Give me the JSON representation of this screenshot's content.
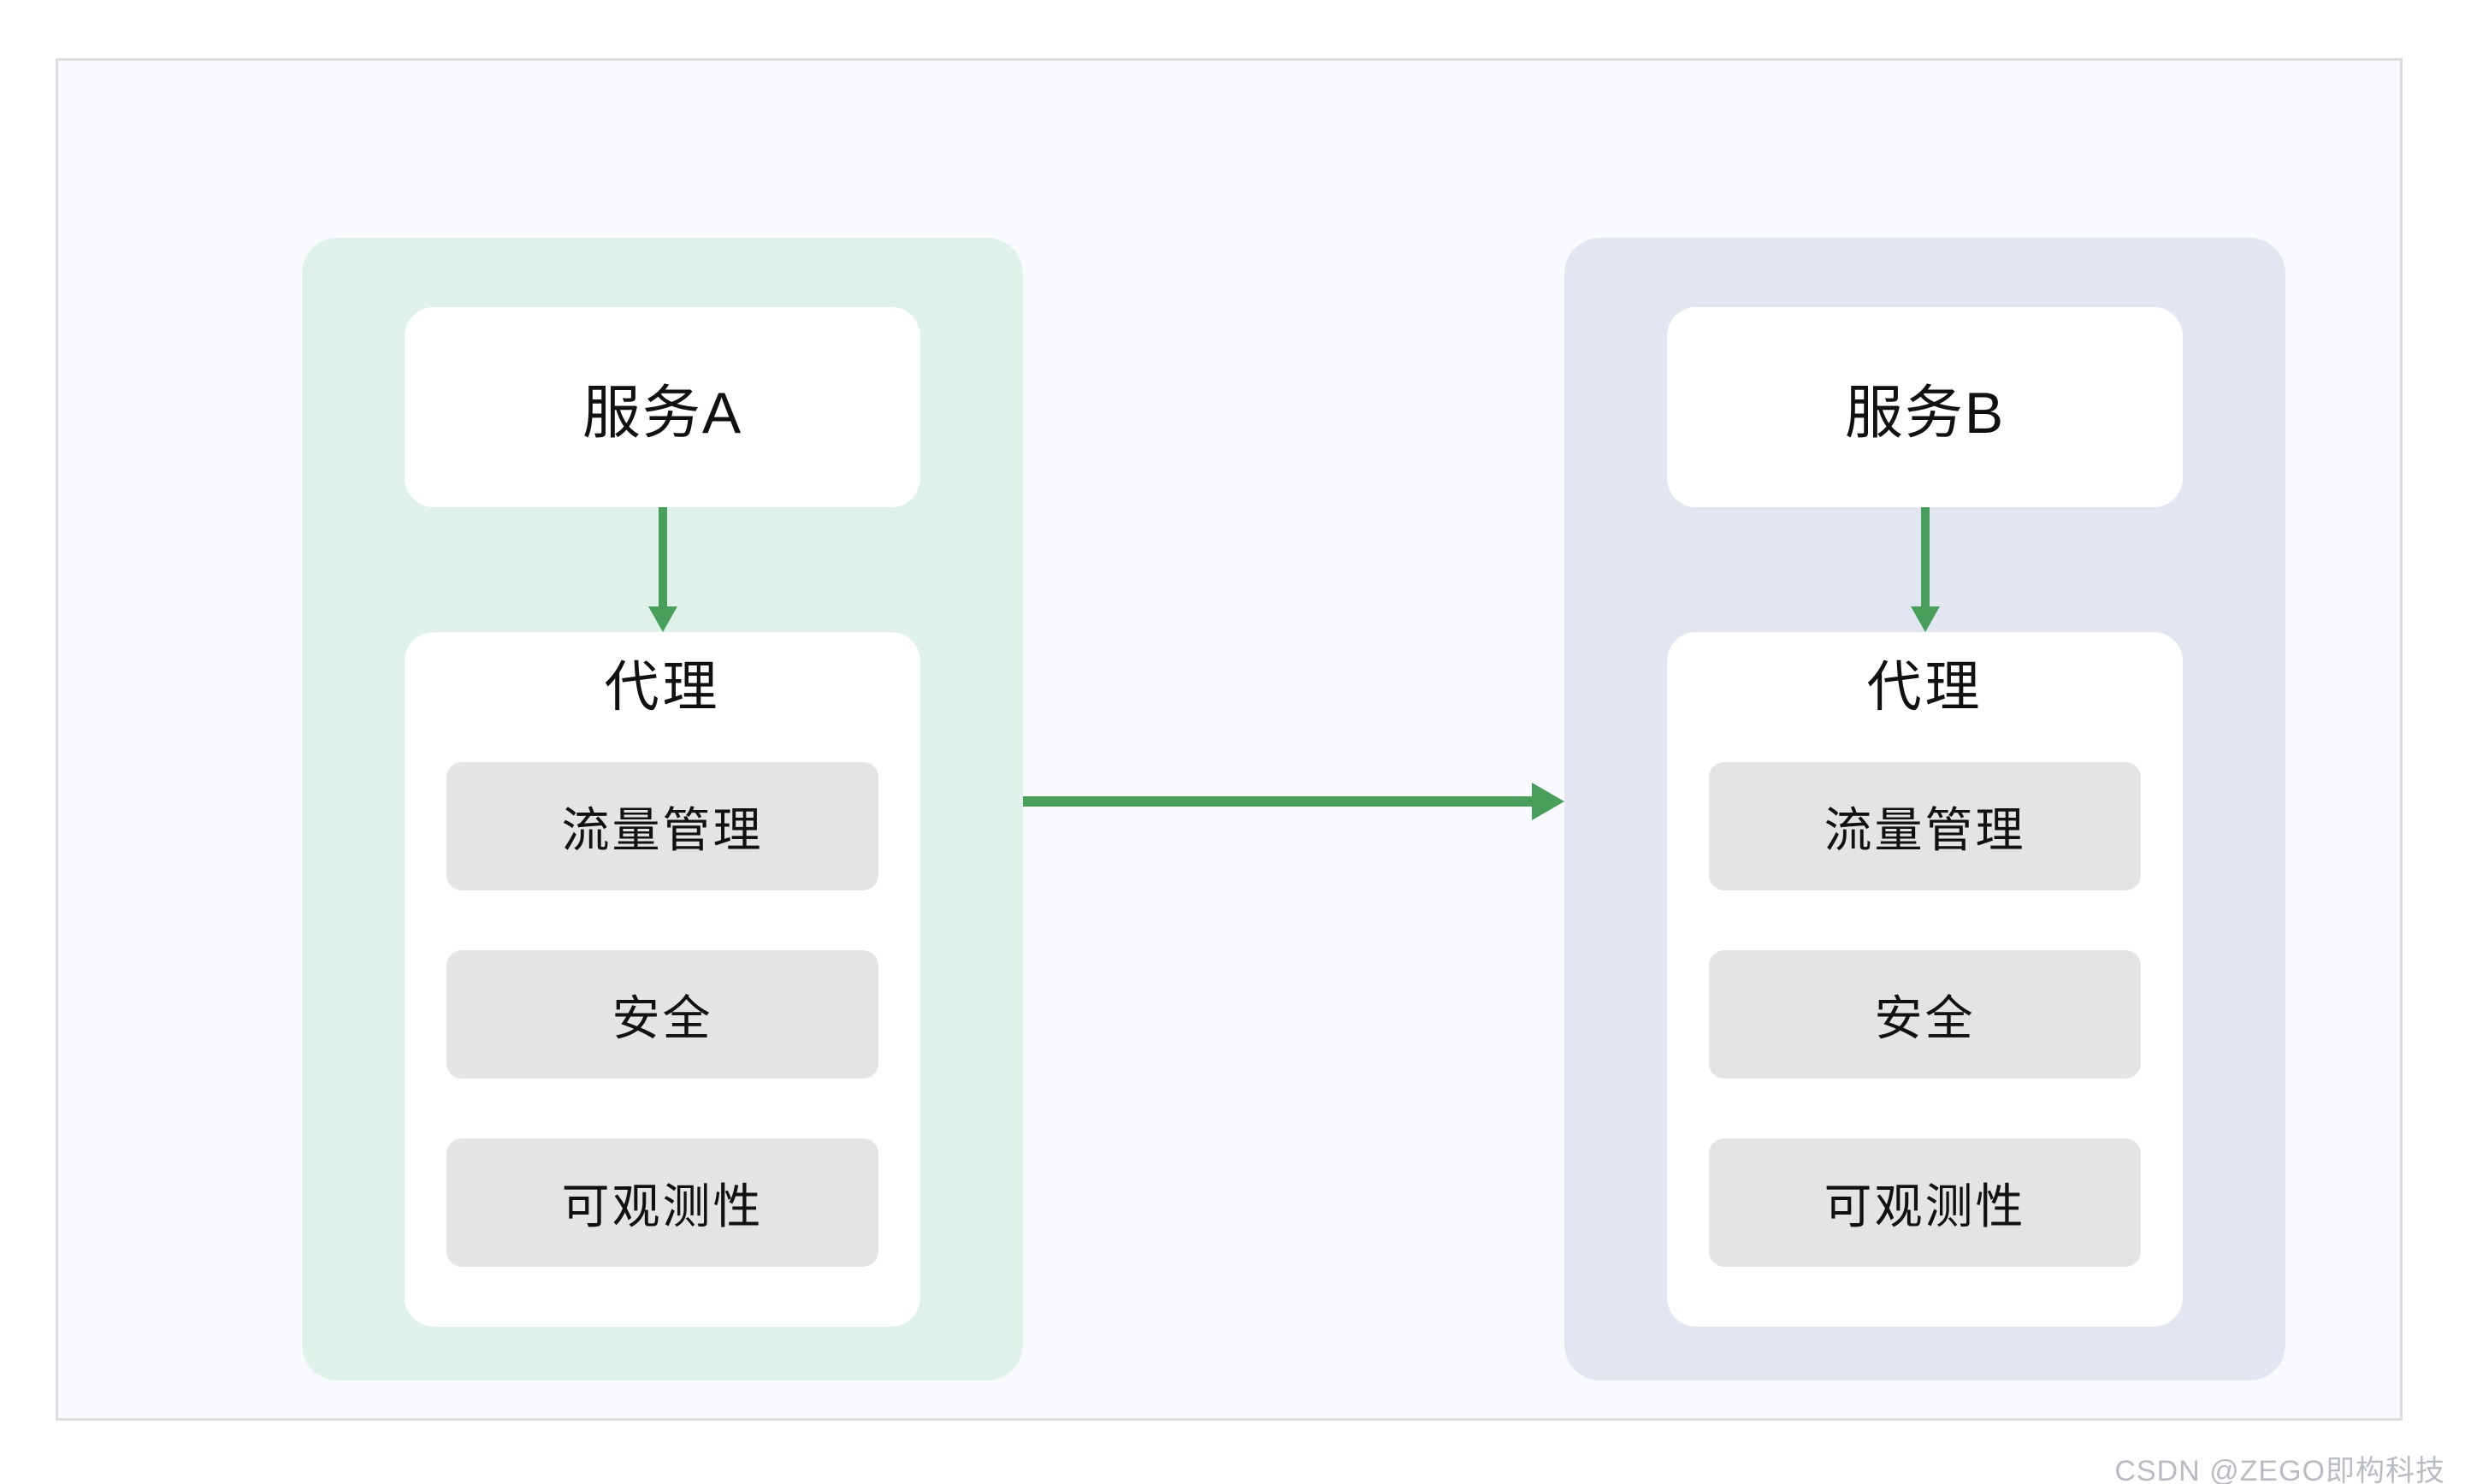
{
  "colors": {
    "panel_green": "#dff2e9",
    "panel_blue": "#e2e6f1",
    "arrow_green": "#4a9e5c",
    "frame_border": "#dcdde0",
    "frame_bg": "#f8fafd",
    "item_bg": "#e4e4e5",
    "text": "#111111",
    "watermark": "#b9bcc3"
  },
  "left_panel": {
    "service_label": "服务A",
    "proxy": {
      "title": "代理",
      "items": [
        "流量管理",
        "安全",
        "可观测性"
      ]
    }
  },
  "right_panel": {
    "service_label": "服务B",
    "proxy": {
      "title": "代理",
      "items": [
        "流量管理",
        "安全",
        "可观测性"
      ]
    }
  },
  "connections": {
    "service_a_to_proxy": "arrow-down",
    "service_b_to_proxy": "arrow-down",
    "proxy_a_to_proxy_b": "arrow-right"
  },
  "watermark": "CSDN @ZEGO即构科技"
}
